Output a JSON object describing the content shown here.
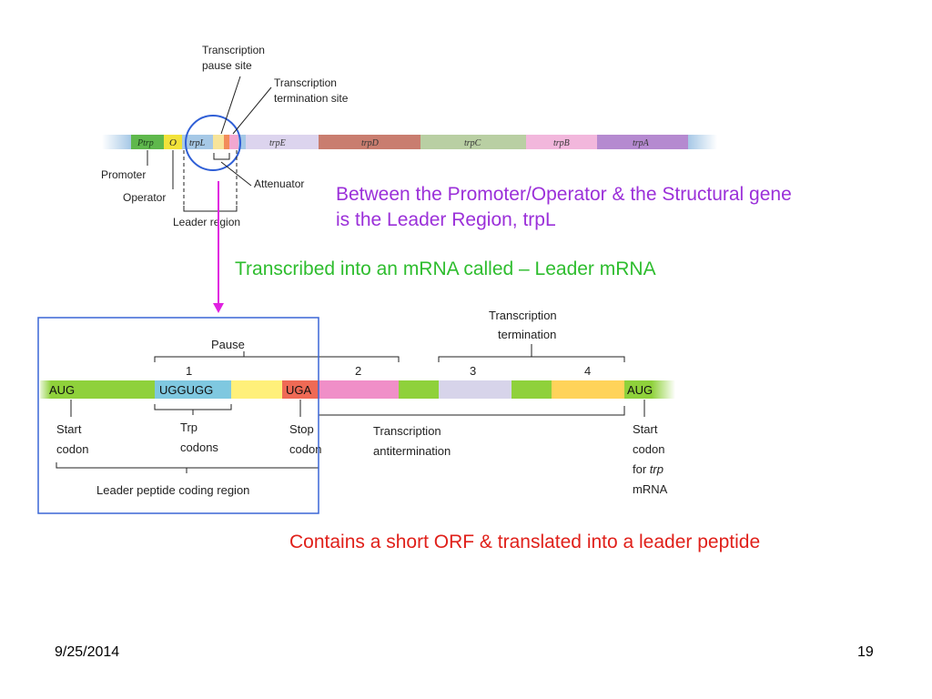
{
  "top_diagram": {
    "labels": {
      "pause_site": [
        "Transcription",
        "pause site"
      ],
      "termination_site": [
        "Transcription",
        "termination site"
      ],
      "promoter": "Promoter",
      "operator": "Operator",
      "attenuator": "Attenuator",
      "leader_region": "Leader region"
    },
    "segments": [
      "Ptrp",
      "O",
      "trpL",
      "trpE",
      "trpD",
      "trpC",
      "trpB",
      "trpA"
    ],
    "colors": {
      "promoter": "#5fb84c",
      "operator": "#f2e23a",
      "trpE": "#dcd4ee",
      "trpD": "#c97d6f",
      "trpC": "#b9cfa3",
      "trpB": "#f2b7dc",
      "trpA": "#b58ad0",
      "end": "#a6c8e6",
      "circle": "#2f5fd6"
    }
  },
  "bottom_diagram": {
    "bar": {
      "aug_left": "AUG",
      "trp_codons_seq": "UGGUGG",
      "stop": "UGA",
      "aug_right": "AUG"
    },
    "region_numbers": [
      "1",
      "2",
      "3",
      "4"
    ],
    "labels": {
      "pause": "Pause",
      "transcription_termination": [
        "Transcription",
        "termination"
      ],
      "start_codon": [
        "Start",
        "codon"
      ],
      "trp_codons": [
        "Trp",
        "codons"
      ],
      "stop_codon": [
        "Stop",
        "codon"
      ],
      "antitermination": [
        "Transcription",
        "antitermination"
      ],
      "start_codon_trp": [
        "Start",
        "codon",
        "for ",
        "trp",
        "mRNA"
      ],
      "leader_peptide": "Leader peptide coding region"
    },
    "colors": {
      "green": "#8fd13b",
      "cyan": "#7fc8e0",
      "yellow": "#fff07a",
      "red": "#ef6a55",
      "pink": "#f08fc8",
      "lavender": "#d7d4ea",
      "orange": "#ffd35a",
      "box": "#3a66d6",
      "arrow": "#e020e0"
    }
  },
  "notes": {
    "leader_region_line1": "Between the Promoter/Operator & the Structural gene",
    "leader_region_line2": "is the Leader Region, trpL",
    "leader_mrna": "Transcribed into an mRNA called – Leader mRNA",
    "short_orf": "Contains a short ORF & translated into a leader peptide"
  },
  "footer": {
    "date": "9/25/2014",
    "page": "19"
  }
}
